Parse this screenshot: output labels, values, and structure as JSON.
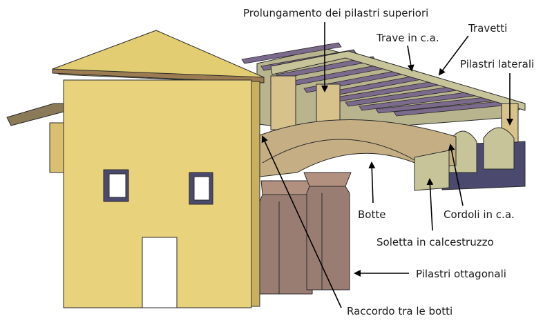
{
  "labels": {
    "prolungamento": "Prolungamento dei pilastri superiori",
    "trave": "Trave in c.a.",
    "travetti": "Travetti",
    "pilastri_laterali": "Pilastri laterali",
    "botte": "Botte",
    "cordoli": "Cordoli in c.a.",
    "soletta": "Soletta in calcestruzzo",
    "pilastri_ottagonali": "Pilastri ottagonali",
    "raccordo": "Raccordo tra le botti"
  },
  "colors": {
    "building_wall": "#e8d27c",
    "roof": "#e2cd72",
    "beam": "#7b6a8c",
    "slab": "#b8b48e",
    "vault": "#c5ae83",
    "column": "#9a7d72",
    "cordolo": "#c8c49a",
    "dark_wall": "#4b4a6e"
  }
}
